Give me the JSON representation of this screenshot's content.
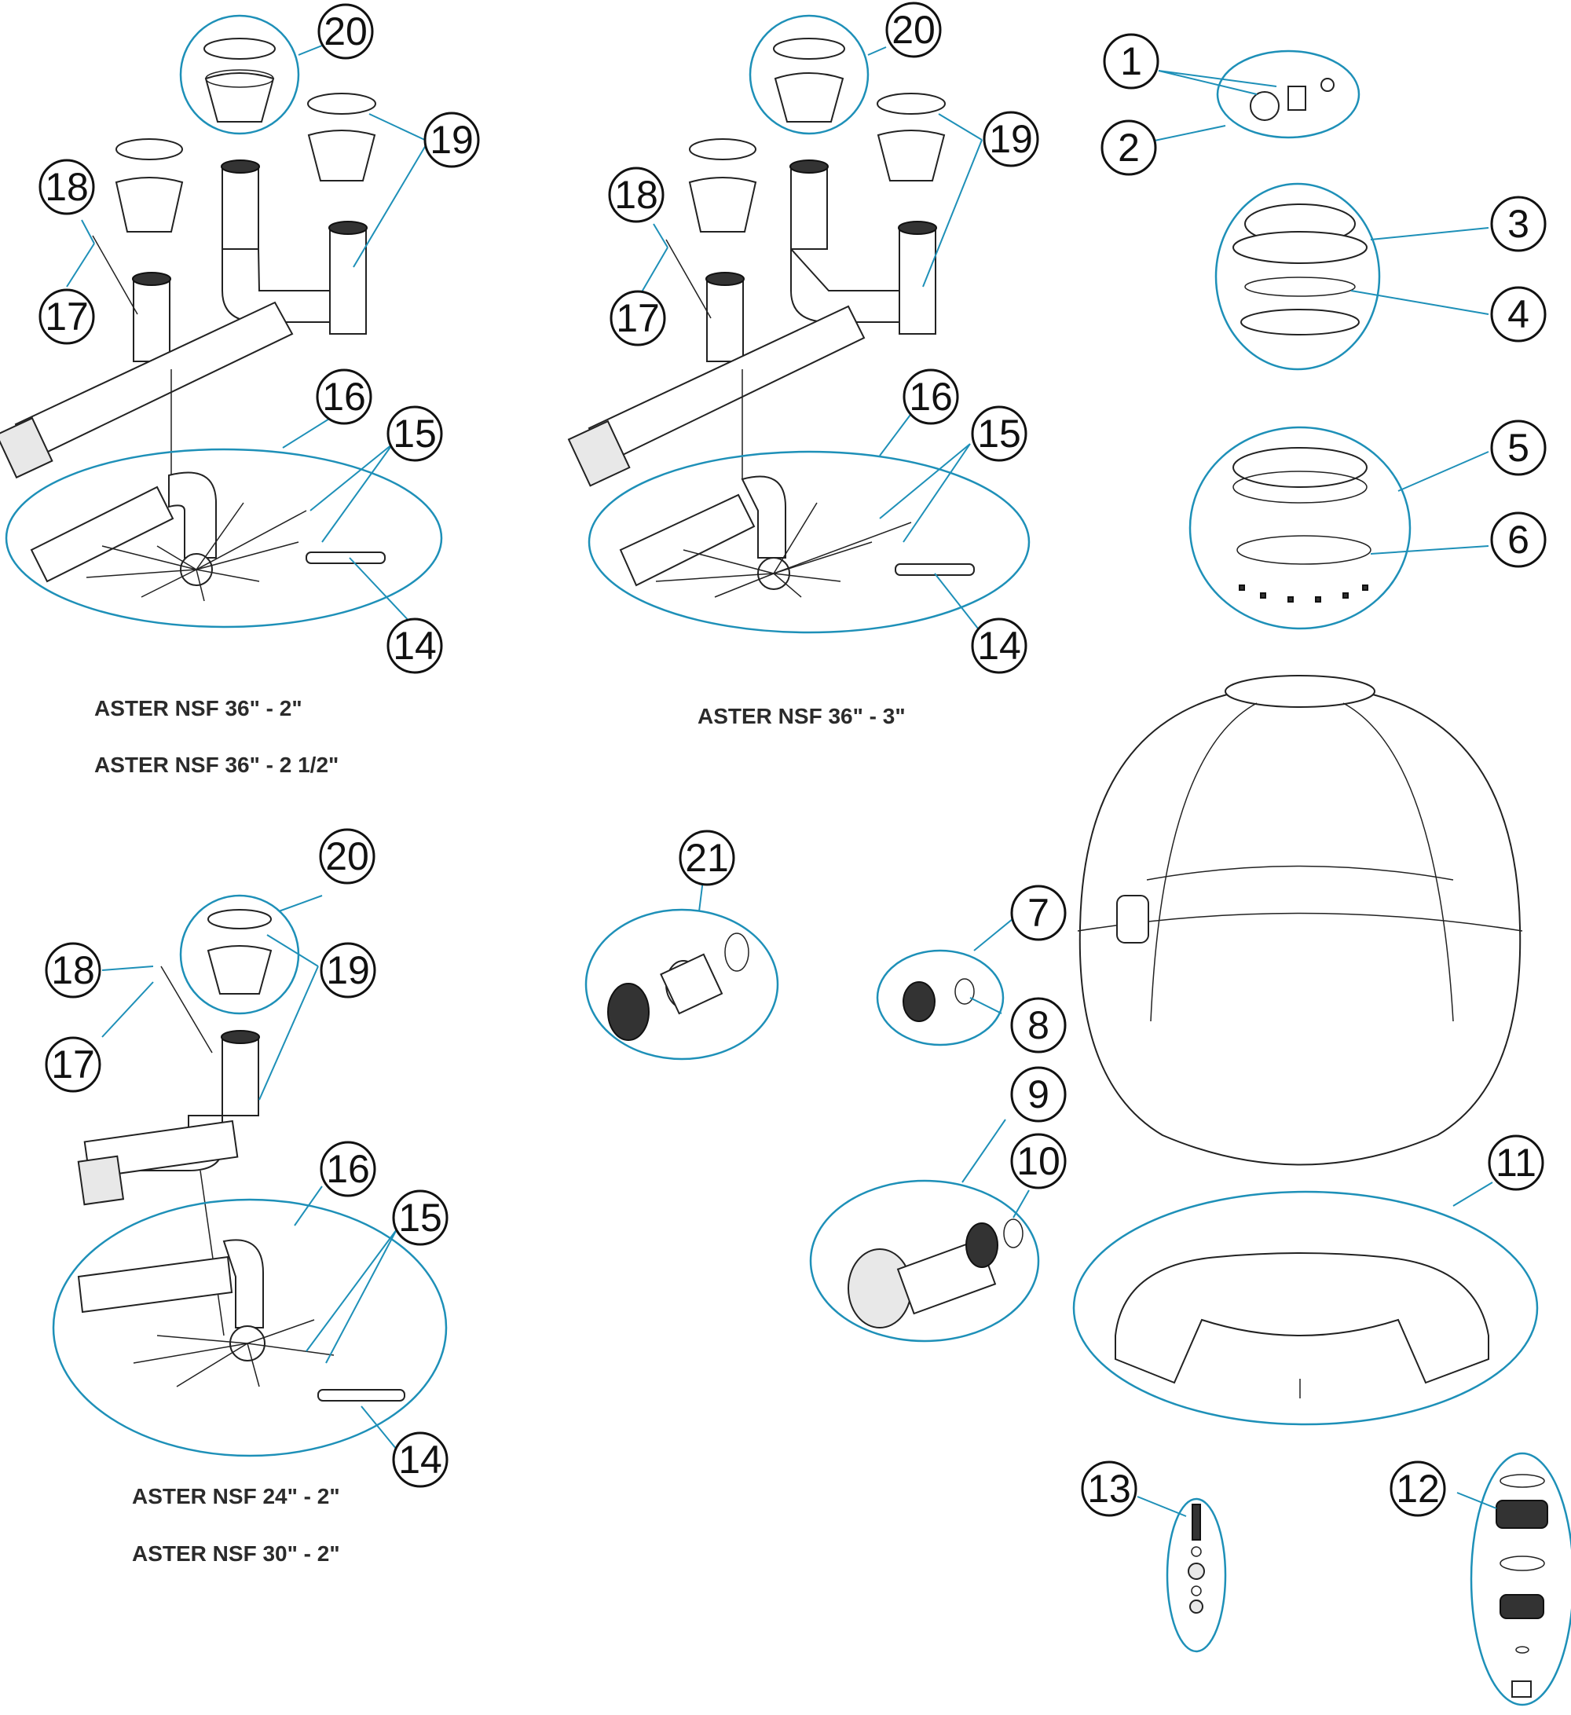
{
  "labels": {
    "set_a_line1": "ASTER NSF 36\" - 2\"",
    "set_a_line2": "ASTER NSF 36\" - 2 1/2\"",
    "set_b_line1": "ASTER NSF 36\" - 3\"",
    "set_c_line1": "ASTER NSF 24\" - 2\"",
    "set_c_line2": "ASTER NSF 30\" - 2\""
  },
  "callouts": {
    "a": [
      "20",
      "19",
      "18",
      "17",
      "16",
      "15",
      "14"
    ],
    "b": [
      "20",
      "19",
      "18",
      "17",
      "16",
      "15",
      "14"
    ],
    "c": [
      "20",
      "18",
      "19",
      "17",
      "16",
      "15",
      "14"
    ],
    "right": [
      "1",
      "2",
      "3",
      "4",
      "5",
      "6",
      "7",
      "8",
      "9",
      "10",
      "11",
      "12",
      "13",
      "21"
    ]
  },
  "colors": {
    "leader": "#1e90b8",
    "outline": "#222222",
    "callout_text": "#111111"
  }
}
